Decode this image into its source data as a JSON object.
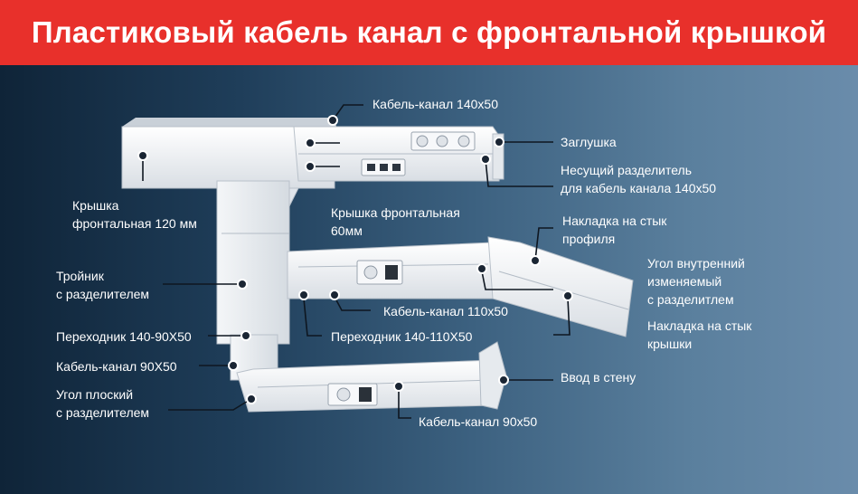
{
  "header": {
    "title": "Пластиковый кабель канал с фронтальной крышкой"
  },
  "colors": {
    "banner": "#e8302b",
    "text": "#ffffff",
    "duct": "#eef1f4",
    "dot": "#1a2533"
  },
  "labels": {
    "kabel_140x50": "Кабель-канал 140x50",
    "zaglushka": "Заглушка",
    "nes_razd_1": "Несущий разделитель",
    "nes_razd_2": "для кабель канала 140x50",
    "kryshka120_1": "Крышка",
    "kryshka120_2": "фронтальная 120 мм",
    "kryshka60_1": "Крышка фронтальная",
    "kryshka60_2": "60мм",
    "nakl_profil_1": "Накладка на стык",
    "nakl_profil_2": "профиля",
    "troynik_1": "Тройник",
    "troynik_2": "с разделителем",
    "ugol_vn_1": "Угол внутренний",
    "ugol_vn_2": "изменяемый",
    "ugol_vn_3": "с разделитлем",
    "kabel_110x50": "Кабель-канал 110x50",
    "nakl_kryshka_1": "Накладка на стык",
    "nakl_kryshka_2": "крышки",
    "perehod_140_90": "Переходник 140-90X50",
    "perehod_140_110": "Переходник 140-110X50",
    "kabel_90x50_left": "Кабель-канал 90X50",
    "vvod": "Ввод в стену",
    "ugol_plosk_1": "Угол плоский",
    "ugol_plosk_2": "с разделителем",
    "kabel_90x50_bottom": "Кабель-канал 90x50"
  }
}
